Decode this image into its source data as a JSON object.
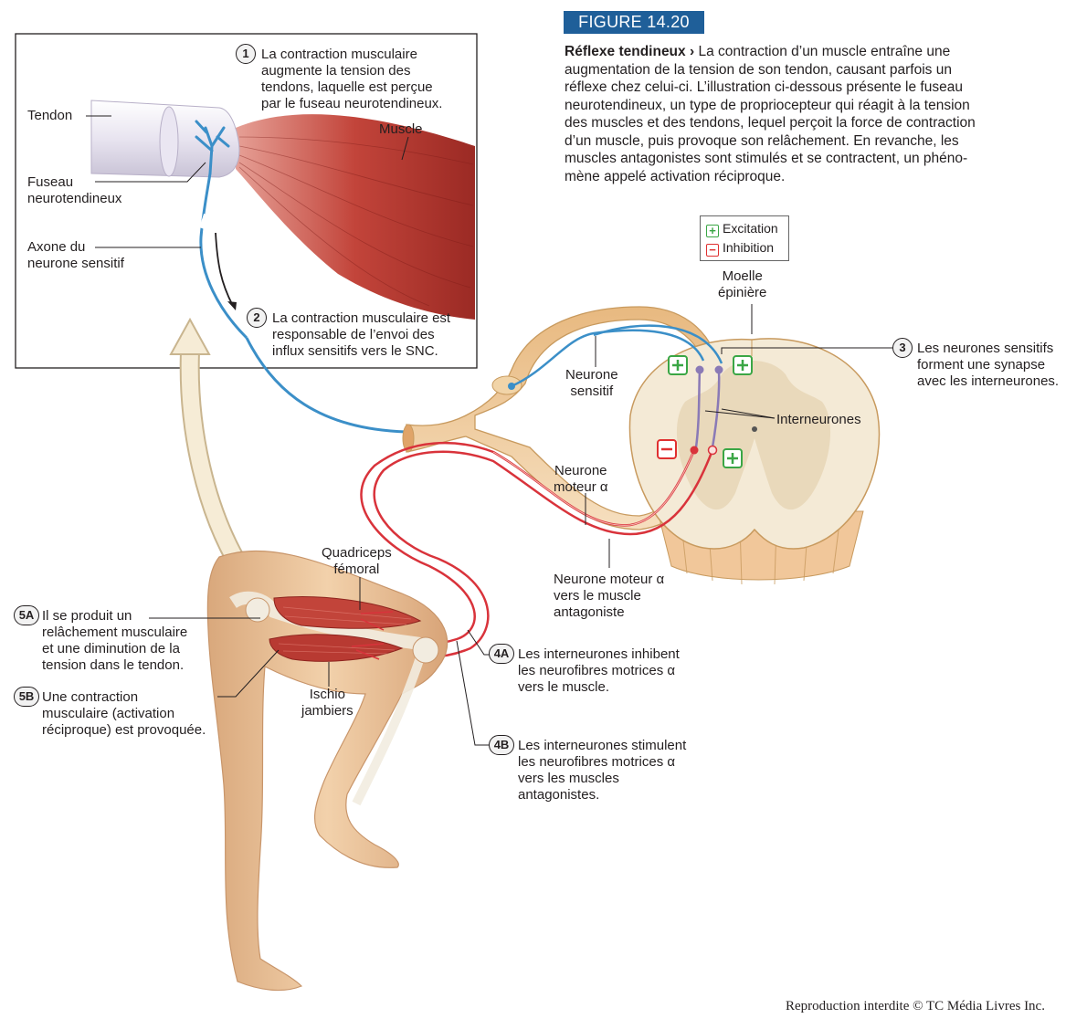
{
  "figure": {
    "number": "FIGURE 14.20",
    "title": "Réflexe tendineux",
    "title_arrow": "›",
    "description": "La contraction d’un muscle entraîne une\naugmentation de la tension de son tendon, causant parfois un\nréflexe chez celui-ci. L’illustration ci-dessous présente le fuseau\nneurotendineux, un type de propriocepteur qui réagit à la tension\ndes muscles et des tendons, lequel perçoit la force de contraction\nd’un muscle, puis provoque son relâchement. En revanche, les\nmuscles antagonistes sont stimulés et se contractent, un phéno-\nmène appelé activation réciproque."
  },
  "legend": {
    "excitation": {
      "symbol": "+",
      "label": "Excitation",
      "color": "#3aa645"
    },
    "inhibition": {
      "symbol": "−",
      "label": "Inhibition",
      "color": "#e03030"
    }
  },
  "labels": {
    "tendon": "Tendon",
    "muscle": "Muscle",
    "fuseau": "Fuseau\nneurotendineux",
    "axone": "Axone du\nneurone sensitif",
    "moelle": "Moelle\népinière",
    "neurone_sensitif": "Neurone\nsensitif",
    "interneurones": "Interneurones",
    "neurone_moteur": "Neurone\nmoteur α",
    "neurone_moteur_antagoniste": "Neurone moteur α\nvers le muscle\nantagoniste",
    "quadriceps": "Quadriceps\nfémoral",
    "ischio": "Ischio\njambiers"
  },
  "steps": [
    {
      "id": "1",
      "text": "La contraction musculaire\naugmente la tension des\ntendons, laquelle est perçue\npar le fuseau neurotendineux."
    },
    {
      "id": "2",
      "text": "La contraction musculaire est\nresponsable de l’envoi des\ninflux sensitifs vers le SNC."
    },
    {
      "id": "3",
      "text": "Les neurones sensitifs\nforment une synapse\navec les interneurones."
    },
    {
      "id": "4A",
      "text": "Les interneurones inhibent\nles neurofibres motrices α\nvers le muscle."
    },
    {
      "id": "4B",
      "text": "Les interneurones stimulent\nles neurofibres motrices α\nvers les muscles\nantagonistes."
    },
    {
      "id": "5A",
      "text": "Il se produit un\nrelâchement musculaire\net une diminution de la\ntension dans le tendon."
    },
    {
      "id": "5B",
      "text": "Une contraction\nmusculaire (activation\nréciproque) est provoquée."
    }
  ],
  "copyright": "Reproduction interdite © TC Média Livres Inc.",
  "colors": {
    "badge": "#1f5f99",
    "sensory_nerve": "#3b8fc8",
    "motor_nerve": "#d9333b",
    "nerve_sheath": "#e8b77a",
    "muscle": "#b83a32",
    "skin": "#e9c29a",
    "spinal_cord": "#f1e6cf"
  }
}
